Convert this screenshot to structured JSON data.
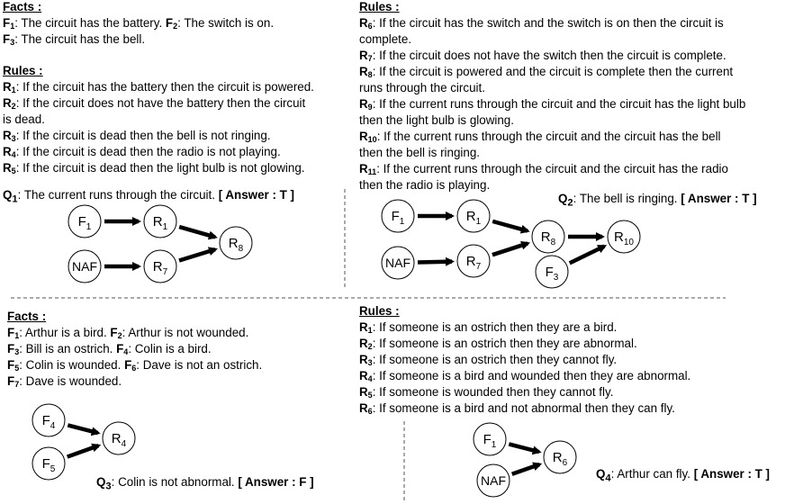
{
  "panels": [
    {
      "id": "p1",
      "facts_heading": "Facts :",
      "facts": [
        [
          {
            "id": "F",
            "sub": "1",
            "text": ": The circuit has the battery. "
          },
          {
            "id": "F",
            "sub": "2",
            "text": ": The switch is on."
          }
        ],
        [
          {
            "id": "F",
            "sub": "3",
            "text": ": The circuit has the bell."
          }
        ]
      ],
      "rules_heading": "Rules :",
      "rules": [
        [
          {
            "id": "R",
            "sub": "1",
            "text": ": If the circuit has the battery then the circuit is powered."
          }
        ],
        [
          {
            "id": "R",
            "sub": "2",
            "text": ": If the circuit does not have the battery then the circuit"
          }
        ],
        [
          {
            "id": "",
            "sub": "",
            "text": "is dead."
          }
        ],
        [
          {
            "id": "R",
            "sub": "3",
            "text": ": If the circuit is dead then the bell is not ringing."
          }
        ],
        [
          {
            "id": "R",
            "sub": "4",
            "text": ": If the circuit is dead then the radio is not playing."
          }
        ],
        [
          {
            "id": "R",
            "sub": "5",
            "text": ": If the circuit is dead then the light bulb is not glowing."
          }
        ]
      ]
    },
    {
      "id": "p2",
      "rules_heading": "Rules :",
      "rules": [
        [
          {
            "id": "R",
            "sub": "6",
            "text": ": If the circuit has the switch and the switch is on then the circuit is"
          }
        ],
        [
          {
            "id": "",
            "sub": "",
            "text": "complete."
          }
        ],
        [
          {
            "id": "R",
            "sub": "7",
            "text": ": If the circuit does not have the switch then the circuit is complete."
          }
        ],
        [
          {
            "id": "R",
            "sub": "8",
            "text": ": If the circuit is powered and the circuit is complete then the current"
          }
        ],
        [
          {
            "id": "",
            "sub": "",
            "text": "runs through the circuit."
          }
        ],
        [
          {
            "id": "R",
            "sub": "9",
            "text": ": If the current runs through the circuit and the circuit has the light bulb"
          }
        ],
        [
          {
            "id": "",
            "sub": "",
            "text": "then the light bulb is glowing."
          }
        ],
        [
          {
            "id": "R",
            "sub": "10",
            "text": ": If the current runs through the circuit and the circuit has the bell"
          }
        ],
        [
          {
            "id": "",
            "sub": "",
            "text": "then the bell is ringing."
          }
        ],
        [
          {
            "id": "R",
            "sub": "11",
            "text": ": If the current runs through the circuit and the circuit has the radio"
          }
        ],
        [
          {
            "id": "",
            "sub": "",
            "text": "then the radio is playing."
          }
        ]
      ]
    },
    {
      "id": "p3",
      "facts_heading": "Facts :",
      "facts": [
        [
          {
            "id": "F",
            "sub": "1",
            "text": ": Arthur is a bird. "
          },
          {
            "id": "F",
            "sub": "2",
            "text": ": Arthur is not wounded."
          }
        ],
        [
          {
            "id": "F",
            "sub": "3",
            "text": ": Bill is an ostrich. "
          },
          {
            "id": "F",
            "sub": "4",
            "text": ": Colin is a bird."
          }
        ],
        [
          {
            "id": "F",
            "sub": "5",
            "text": ": Colin is wounded. "
          },
          {
            "id": "F",
            "sub": "6",
            "text": ": Dave is not an ostrich."
          }
        ],
        [
          {
            "id": "F",
            "sub": "7",
            "text": ": Dave is wounded."
          }
        ]
      ]
    },
    {
      "id": "p4",
      "rules_heading": "Rules :",
      "rules": [
        [
          {
            "id": "R",
            "sub": "1",
            "text": ": If someone is an ostrich then they are a bird."
          }
        ],
        [
          {
            "id": "R",
            "sub": "2",
            "text": ": If someone is an ostrich then they are abnormal."
          }
        ],
        [
          {
            "id": "R",
            "sub": "3",
            "text": ": If someone is an ostrich then they cannot fly."
          }
        ],
        [
          {
            "id": "R",
            "sub": "4",
            "text": ": If someone is a bird and wounded then they are abnormal."
          }
        ],
        [
          {
            "id": "R",
            "sub": "5",
            "text": ": If someone is wounded then they cannot fly."
          }
        ],
        [
          {
            "id": "R",
            "sub": "6",
            "text": ": If someone is a bird and not abnormal then they can fly."
          }
        ]
      ]
    }
  ],
  "questions": [
    {
      "id": "Q",
      "sub": "1",
      "text": ": The current runs through the circuit. ",
      "answer": "[ Answer : T ]"
    },
    {
      "id": "Q",
      "sub": "2",
      "text": ": The bell is ringing. ",
      "answer": "[ Answer : T ]"
    },
    {
      "id": "Q",
      "sub": "3",
      "text": ": Colin is not abnormal. ",
      "answer": "[ Answer : F ]"
    },
    {
      "id": "Q",
      "sub": "4",
      "text": ": Arthur can fly. ",
      "answer": "[ Answer : T ]"
    }
  ],
  "graphs": [
    {
      "nodes": [
        {
          "key": "f1",
          "label": "F",
          "sub": "1"
        },
        {
          "key": "naf",
          "label": "NAF",
          "sub": ""
        },
        {
          "key": "r1",
          "label": "R",
          "sub": "1"
        },
        {
          "key": "r7",
          "label": "R",
          "sub": "7"
        },
        {
          "key": "r8",
          "label": "R",
          "sub": "8"
        }
      ],
      "edges": [
        [
          "f1",
          "r1"
        ],
        [
          "naf",
          "r7"
        ],
        [
          "r1",
          "r8"
        ],
        [
          "r7",
          "r8"
        ]
      ]
    },
    {
      "nodes": [
        {
          "key": "f1",
          "label": "F",
          "sub": "1"
        },
        {
          "key": "naf",
          "label": "NAF",
          "sub": ""
        },
        {
          "key": "r1",
          "label": "R",
          "sub": "1"
        },
        {
          "key": "r7",
          "label": "R",
          "sub": "7"
        },
        {
          "key": "r8",
          "label": "R",
          "sub": "8"
        },
        {
          "key": "f3",
          "label": "F",
          "sub": "3"
        },
        {
          "key": "r10",
          "label": "R",
          "sub": "10"
        }
      ],
      "edges": [
        [
          "f1",
          "r1"
        ],
        [
          "naf",
          "r7"
        ],
        [
          "r1",
          "r8"
        ],
        [
          "r7",
          "r8"
        ],
        [
          "r8",
          "r10"
        ],
        [
          "f3",
          "r10"
        ]
      ]
    },
    {
      "nodes": [
        {
          "key": "f4",
          "label": "F",
          "sub": "4"
        },
        {
          "key": "f5",
          "label": "F",
          "sub": "5"
        },
        {
          "key": "r4",
          "label": "R",
          "sub": "4"
        }
      ],
      "edges": [
        [
          "f4",
          "r4"
        ],
        [
          "f5",
          "r4"
        ]
      ]
    },
    {
      "nodes": [
        {
          "key": "f1",
          "label": "F",
          "sub": "1"
        },
        {
          "key": "naf",
          "label": "NAF",
          "sub": ""
        },
        {
          "key": "r6",
          "label": "R",
          "sub": "6"
        }
      ],
      "edges": [
        [
          "f1",
          "r6"
        ],
        [
          "naf",
          "r6"
        ]
      ]
    }
  ]
}
